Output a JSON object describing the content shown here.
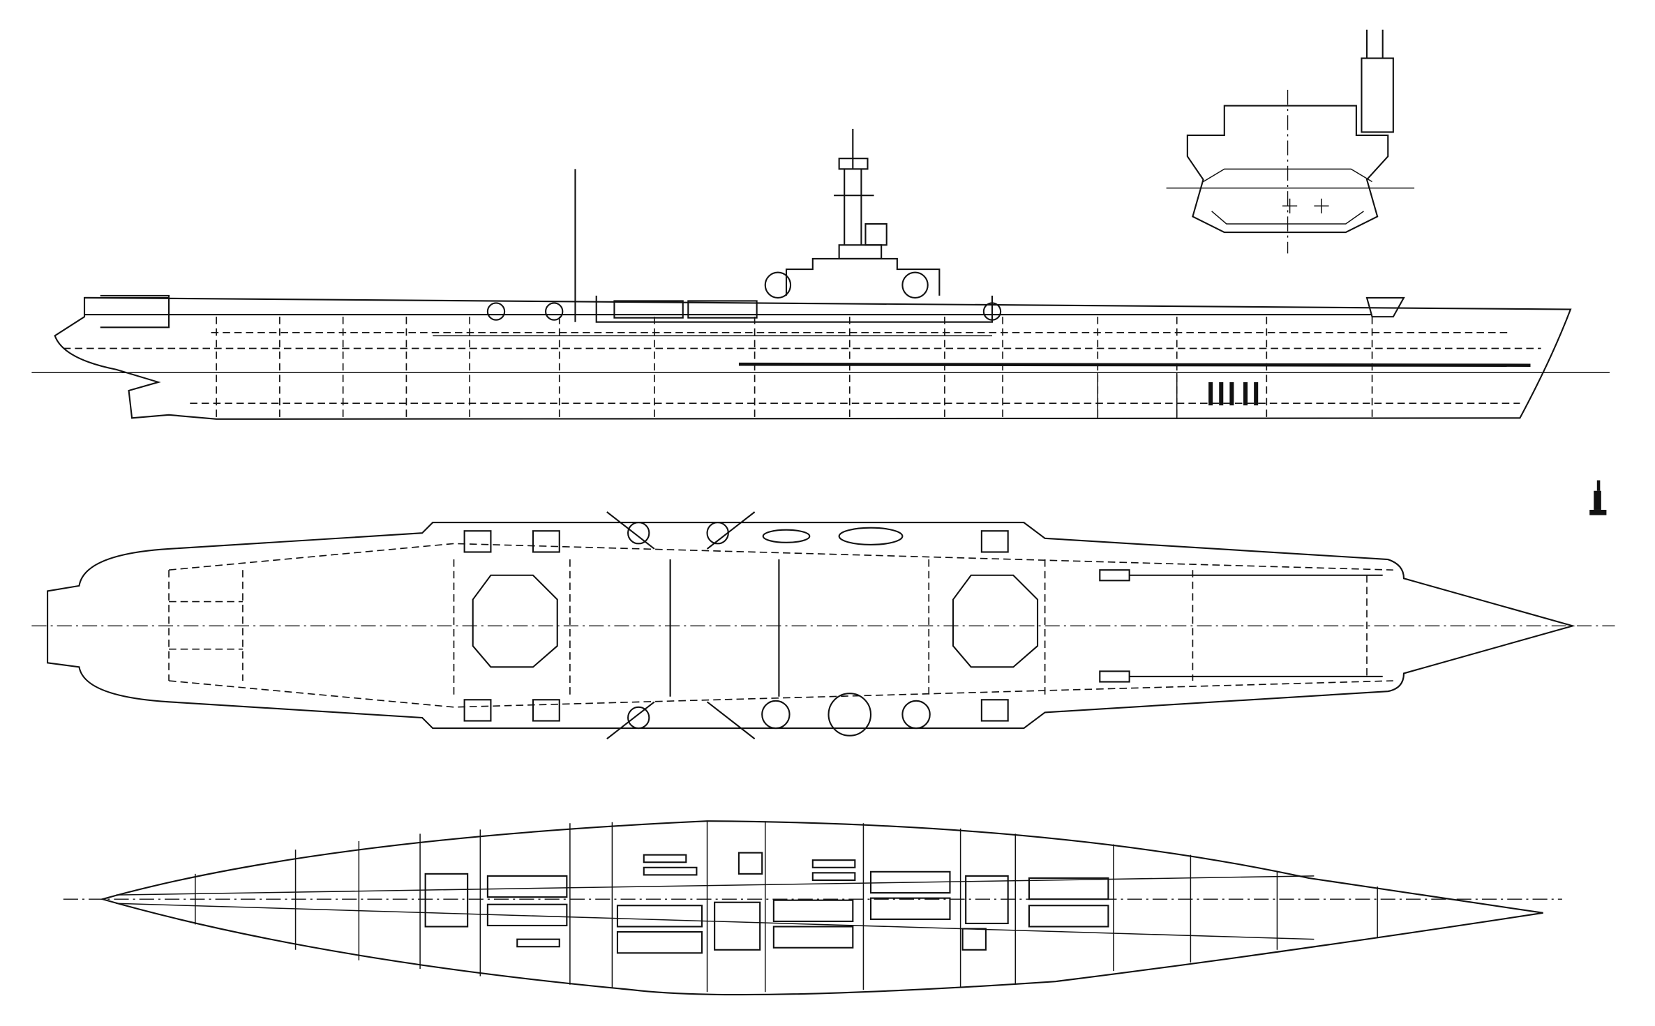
{
  "colors": {
    "ink": "#111111",
    "paper": "#ffffff"
  },
  "views": [
    {
      "id": "side-elevation"
    },
    {
      "id": "midship-section"
    },
    {
      "id": "flight-deck-plan"
    },
    {
      "id": "hull-bottom-plan"
    }
  ],
  "icons": {
    "scale-mark": "scale-mark-icon"
  }
}
